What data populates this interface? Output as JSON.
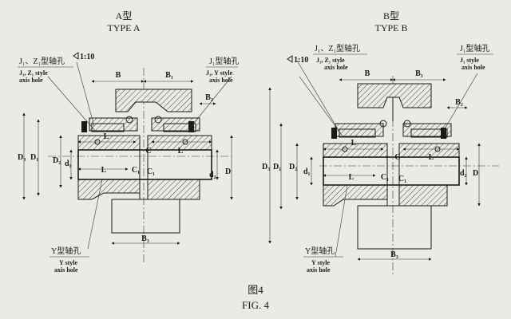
{
  "figure": {
    "caption_cn": "图4",
    "caption_en": "FIG. 4"
  },
  "type_a": {
    "title_cn": "A型",
    "title_en": "TYPE A",
    "taper": "1:10",
    "left_hole_cn": "J₁、Z₁型轴孔",
    "left_hole_en1": "J₁, Z₁ style",
    "left_hole_en2": "axis hole",
    "right_hole_cn": "J₁型轴孔",
    "right_hole_en1": "J₁, Y style",
    "right_hole_en2": "axis hole",
    "bottom_hole_cn": "Y型轴孔",
    "bottom_hole_en1": "Y style",
    "bottom_hole_en2": "axis hole",
    "dims": {
      "B": "B",
      "B1": "B₁",
      "B2": "B₂",
      "B3": "B₃",
      "D": "D",
      "D1": "D₁",
      "D2": "D₂",
      "D3": "D₃",
      "d1": "d₁",
      "d2": "d₂",
      "dz": "d₂",
      "L": "L",
      "L_right": "L",
      "C": "C",
      "C1": "C₁",
      "C1b": "C₁"
    }
  },
  "type_b": {
    "title_cn": "B型",
    "title_en": "TYPE B",
    "taper": "1:10",
    "left_hole_cn": "J₁、Z₁型轴孔",
    "left_hole_en1": "J₁, Z₁ style",
    "left_hole_en2": "axis hole",
    "right_hole_cn": "J₁型轴孔",
    "right_hole_en1": "J₁ style",
    "right_hole_en2": "axis hole",
    "bottom_hole_cn": "Y型轴孔",
    "bottom_hole_en1": "Y style",
    "bottom_hole_en2": "axis hole",
    "dims": {
      "B": "B",
      "B1": "B₁",
      "B2": "B₂",
      "B3": "B₃",
      "D": "D",
      "D1": "D₁",
      "D2": "D₂",
      "D3": "D₃",
      "d1": "d₁",
      "d2": "d₂",
      "dz": "d₂",
      "L": "L",
      "L_right": "L",
      "C": "C",
      "C1": "C₁",
      "C1b": "C₁"
    }
  }
}
